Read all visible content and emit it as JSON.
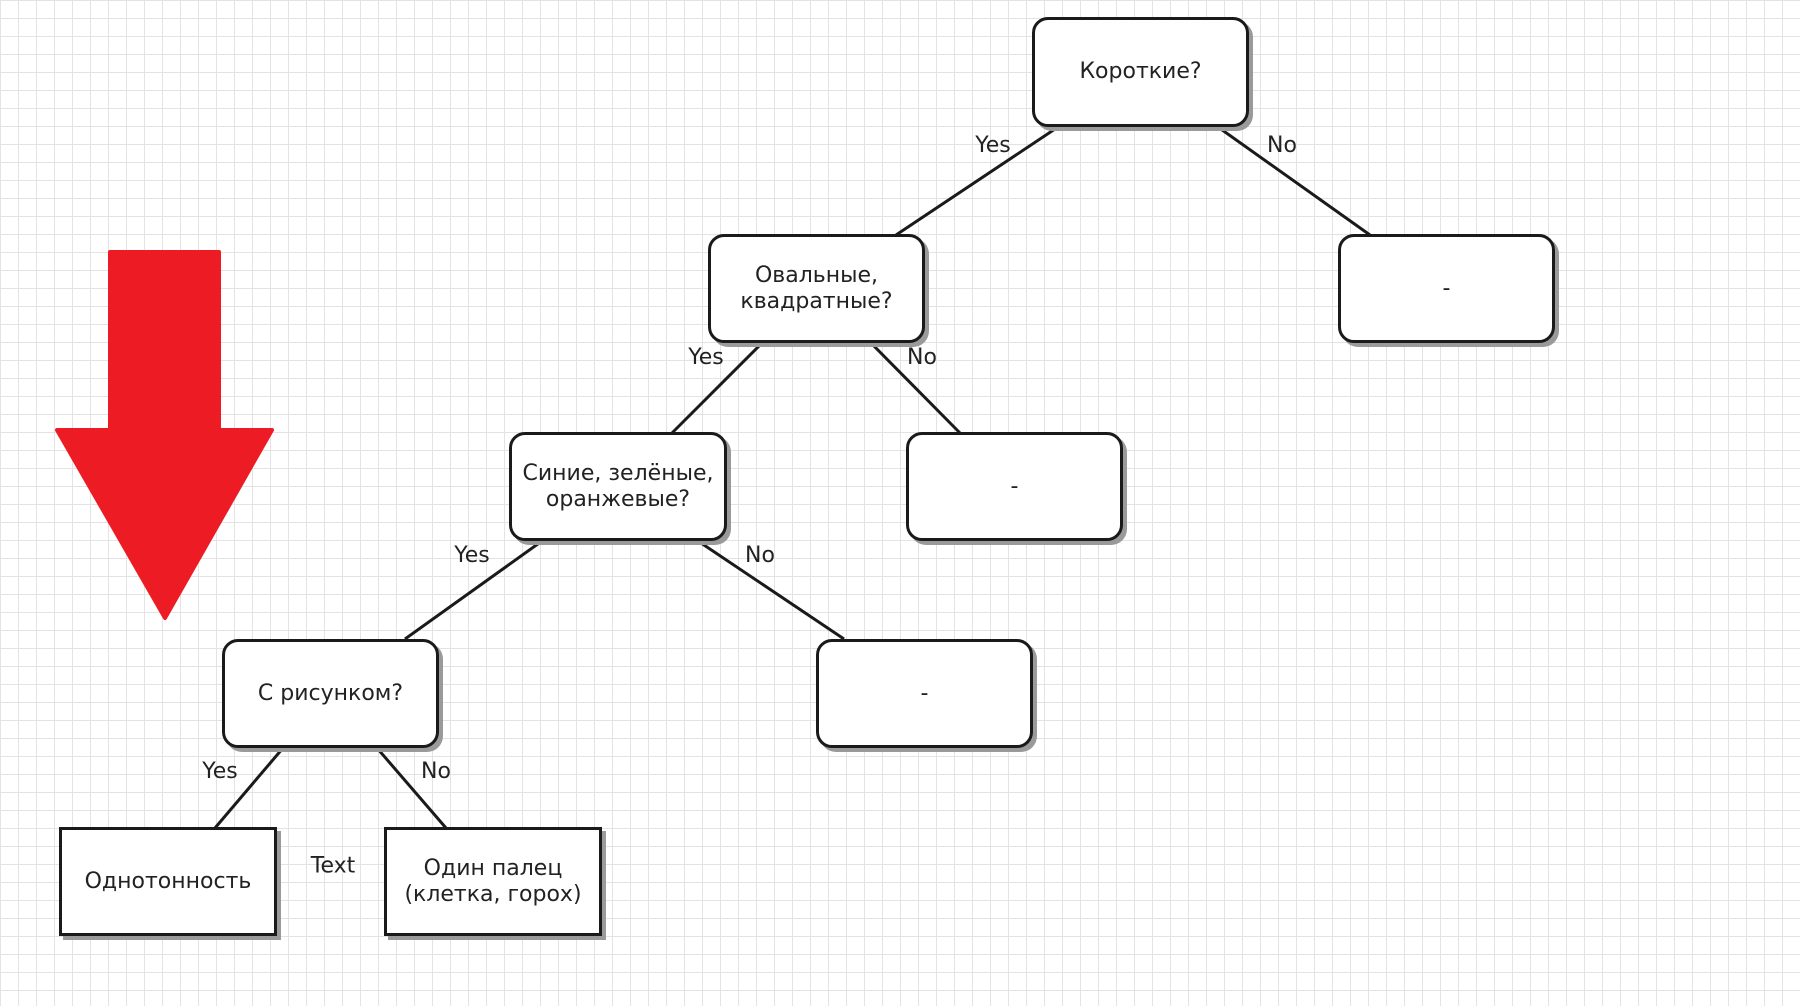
{
  "nodes": {
    "n_root": "Короткие?",
    "n_oval": "Овальные,\nквадратные?",
    "n_dash1": "-",
    "n_color": "Синие, зелёные,\nоранжевые?",
    "n_dash2": "-",
    "n_pattern": "С рисунком?",
    "n_dash3": "-",
    "n_plain": "Однотонность",
    "n_finger": "Один палец\n(клетка, горох)"
  },
  "edges": {
    "e1": "Yes",
    "e2": "No",
    "e3": "Yes",
    "e4": "No",
    "e5": "Yes",
    "e6": "No",
    "e7": "Yes",
    "e8": "No"
  },
  "free_text": "Text",
  "colors": {
    "arrow": "#ed1c24",
    "stroke": "#1a1a1a",
    "grid": "#e3e3e3"
  },
  "icons": {
    "arrow": "red-down-arrow-icon"
  }
}
